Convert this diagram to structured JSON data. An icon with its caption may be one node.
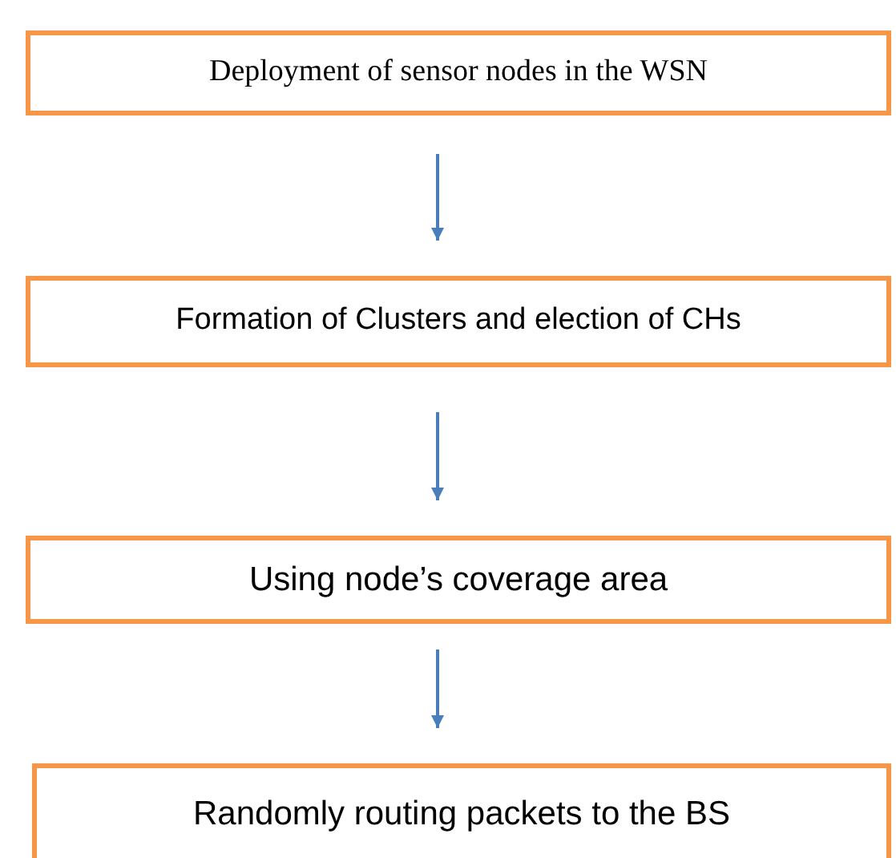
{
  "diagram": {
    "nodes": [
      {
        "text": [
          "Deployment of sensor nodes in the WSN"
        ]
      },
      {
        "text": [
          "Formation of Clusters and election of CHs"
        ]
      },
      {
        "text": [
          "Using node’s coverage area"
        ]
      },
      {
        "text": [
          "Randomly routing packets to the BS"
        ]
      }
    ],
    "edges": [
      {
        "from": 0,
        "to": 1,
        "arrow": "to"
      },
      {
        "from": 1,
        "to": 2,
        "arrow": "to"
      },
      {
        "from": 2,
        "to": 3,
        "arrow": "to"
      }
    ]
  }
}
